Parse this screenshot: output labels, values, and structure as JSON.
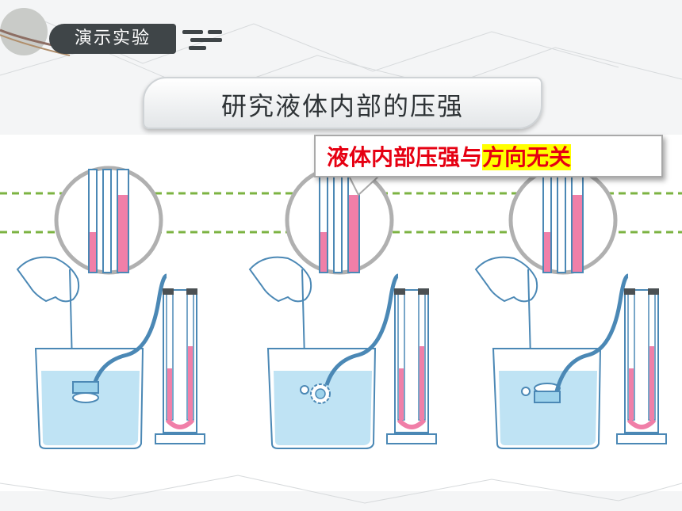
{
  "header": {
    "tag_label": "演示实验",
    "title": "研究液体内部的压强"
  },
  "callout": {
    "prefix": "液体内部压强与",
    "highlight": "方向无关"
  },
  "colors": {
    "liquid": "#bfe3f4",
    "manometer_fluid": "#f07fa8",
    "dashed_line": "#7cb342",
    "callout_text": "#e60012",
    "highlight": "#ffff00"
  },
  "experiments": [
    {
      "probe_orientation": "facing-down"
    },
    {
      "probe_orientation": "facing-side"
    },
    {
      "probe_orientation": "facing-up"
    }
  ]
}
